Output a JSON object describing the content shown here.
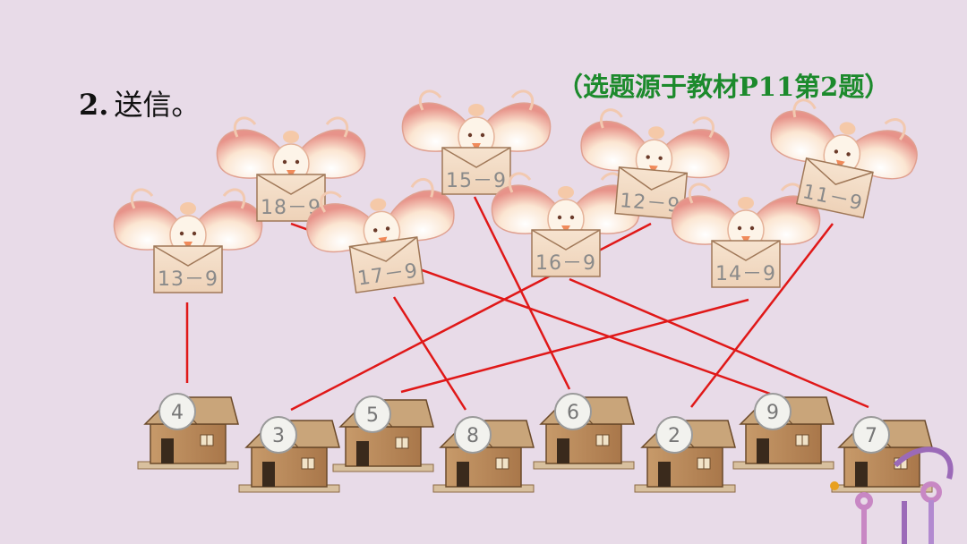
{
  "title": {
    "number": "2.",
    "text": "送信。"
  },
  "source_note": "（选题源于教材P11第2题）",
  "envelopes": [
    {
      "expr": "13－9"
    },
    {
      "expr": "18－9"
    },
    {
      "expr": "17－9"
    },
    {
      "expr": "15－9"
    },
    {
      "expr": "16－9"
    },
    {
      "expr": "12－9"
    },
    {
      "expr": "14－9"
    },
    {
      "expr": "11－9"
    }
  ],
  "houses": [
    {
      "number": "4"
    },
    {
      "number": "3"
    },
    {
      "number": "5"
    },
    {
      "number": "8"
    },
    {
      "number": "6"
    },
    {
      "number": "2"
    },
    {
      "number": "9"
    },
    {
      "number": "7"
    }
  ],
  "colors": {
    "background": "#e8dbe8",
    "line": "#e01818",
    "note": "#1c8a2c"
  }
}
